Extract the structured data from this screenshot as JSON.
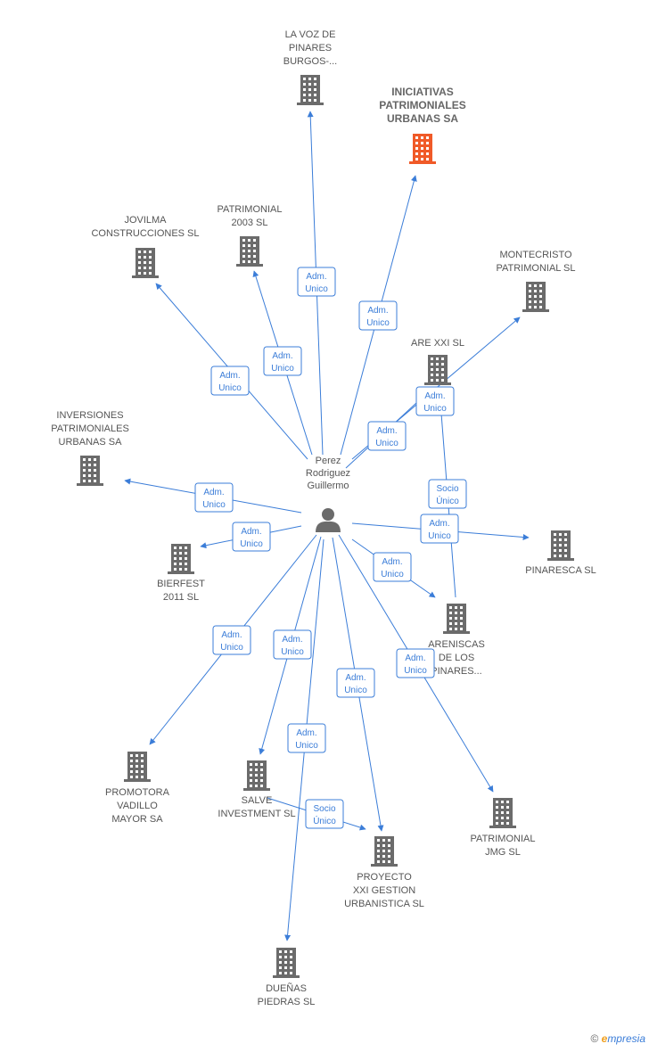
{
  "person": {
    "name_lines": [
      "Perez",
      "Rodriguez",
      "Guillermo"
    ]
  },
  "companies": [
    {
      "id": "la-voz",
      "lines": [
        "LA VOZ DE",
        "PINARES",
        "BURGOS-..."
      ],
      "highlight": false
    },
    {
      "id": "iniciativas",
      "lines": [
        "INICIATIVAS",
        "PATRIMONIALES",
        "URBANAS SA"
      ],
      "highlight": true
    },
    {
      "id": "jovilma",
      "lines": [
        "JOVILMA",
        "CONSTRUCCIONES SL"
      ],
      "highlight": false
    },
    {
      "id": "patrimonial-2003",
      "lines": [
        "PATRIMONIAL",
        "2003 SL"
      ],
      "highlight": false
    },
    {
      "id": "montecristo",
      "lines": [
        "MONTECRISTO",
        "PATRIMONIAL SL"
      ],
      "highlight": false
    },
    {
      "id": "are-xxi",
      "lines": [
        "ARE XXI SL"
      ],
      "highlight": false
    },
    {
      "id": "inversiones",
      "lines": [
        "INVERSIONES",
        "PATRIMONIALES",
        "URBANAS SA"
      ],
      "highlight": false
    },
    {
      "id": "bierfest",
      "lines": [
        "BIERFEST",
        "2011 SL"
      ],
      "highlight": false
    },
    {
      "id": "pinaresca",
      "lines": [
        "PINARESCA SL"
      ],
      "highlight": false
    },
    {
      "id": "areniscas",
      "lines": [
        "ARENISCAS",
        "DE LOS",
        "PINARES..."
      ],
      "highlight": false
    },
    {
      "id": "promotora",
      "lines": [
        "PROMOTORA",
        "VADILLO",
        "MAYOR SA"
      ],
      "highlight": false
    },
    {
      "id": "salve",
      "lines": [
        "SALVE",
        "INVESTMENT  SL"
      ],
      "highlight": false
    },
    {
      "id": "proyecto",
      "lines": [
        "PROYECTO",
        "XXI GESTION",
        "URBANISTICA SL"
      ],
      "highlight": false
    },
    {
      "id": "patrimonial-jmg",
      "lines": [
        "PATRIMONIAL",
        "JMG SL"
      ],
      "highlight": false
    },
    {
      "id": "duenas",
      "lines": [
        "DUEÑAS",
        "PIEDRAS SL"
      ],
      "highlight": false
    }
  ],
  "edges": [
    {
      "from": "person",
      "to": "la-voz",
      "label": [
        "Adm.",
        "Unico"
      ]
    },
    {
      "from": "person",
      "to": "iniciativas",
      "label": [
        "Adm.",
        "Unico"
      ]
    },
    {
      "from": "person",
      "to": "jovilma",
      "label": [
        "Adm.",
        "Unico"
      ]
    },
    {
      "from": "person",
      "to": "patrimonial-2003",
      "label": [
        "Adm.",
        "Unico"
      ]
    },
    {
      "from": "person",
      "to": "montecristo",
      "label": [
        "Adm.",
        "Unico"
      ]
    },
    {
      "from": "person",
      "to": "are-xxi",
      "label": [
        "Adm.",
        "Unico"
      ]
    },
    {
      "from": "person",
      "to": "inversiones",
      "label": [
        "Adm.",
        "Unico"
      ]
    },
    {
      "from": "person",
      "to": "bierfest",
      "label": [
        "Adm.",
        "Unico"
      ]
    },
    {
      "from": "person",
      "to": "pinaresca",
      "label": [
        "Adm.",
        "Unico"
      ]
    },
    {
      "from": "person",
      "to": "areniscas",
      "label": [
        "Adm.",
        "Unico"
      ]
    },
    {
      "from": "areniscas",
      "to": "are-xxi",
      "label": [
        "Socio",
        "Único"
      ]
    },
    {
      "from": "person",
      "to": "promotora",
      "label": [
        "Adm.",
        "Unico"
      ]
    },
    {
      "from": "person",
      "to": "salve",
      "label": [
        "Adm.",
        "Unico"
      ]
    },
    {
      "from": "person",
      "to": "proyecto",
      "label": [
        "Adm.",
        "Unico"
      ]
    },
    {
      "from": "salve",
      "to": "proyecto",
      "label": [
        "Socio",
        "Único"
      ]
    },
    {
      "from": "person",
      "to": "patrimonial-jmg",
      "label": [
        "Adm.",
        "Unico"
      ]
    },
    {
      "from": "person",
      "to": "duenas",
      "label": [
        "Adm.",
        "Unico"
      ]
    }
  ],
  "colors": {
    "edge": "#3b7dd8",
    "building": "#6b6b6b",
    "highlight": "#f05a28",
    "person": "#6b6b6b"
  },
  "icons": {
    "company": "building-icon",
    "person": "person-icon",
    "copyright": "copyright-icon"
  },
  "footer": {
    "copyright": "©",
    "brand_e": "e",
    "brand_rest": "mpresia"
  }
}
